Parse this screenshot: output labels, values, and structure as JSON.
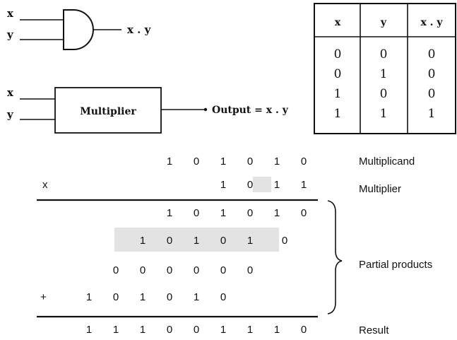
{
  "gate": {
    "input_x": "x",
    "input_y": "y",
    "output": "x . y"
  },
  "multiplier_block": {
    "input_x": "x",
    "input_y": "y",
    "label": "Multiplier",
    "output": "Output = x . y"
  },
  "truth_table": {
    "headers": [
      "x",
      "y",
      "x . y"
    ],
    "rows": [
      [
        "0",
        "0",
        "0"
      ],
      [
        "0",
        "1",
        "0"
      ],
      [
        "1",
        "0",
        "0"
      ],
      [
        "1",
        "1",
        "1"
      ]
    ]
  },
  "multiplication": {
    "multiplicand_digits": [
      "1",
      "0",
      "1",
      "0",
      "1",
      "0"
    ],
    "multiplicand_label": "Multiplicand",
    "times_sign": "x",
    "multiplier_digits": [
      "1",
      "0",
      "1",
      "1"
    ],
    "multiplier_label": "Multiplier",
    "partial_1": [
      "1",
      "0",
      "1",
      "0",
      "1",
      "0"
    ],
    "partial_2": [
      "1",
      "0",
      "1",
      "0",
      "1",
      "0"
    ],
    "partial_3": [
      "0",
      "0",
      "0",
      "0",
      "0",
      "0"
    ],
    "plus_sign": "+",
    "partial_4": [
      "1",
      "0",
      "1",
      "0",
      "1",
      "0"
    ],
    "partial_label": "Partial products",
    "result_digits": [
      "1",
      "1",
      "1",
      "0",
      "0",
      "1",
      "1",
      "1",
      "0"
    ],
    "result_label": "Result",
    "highlight_color": "#e3e3e3"
  }
}
